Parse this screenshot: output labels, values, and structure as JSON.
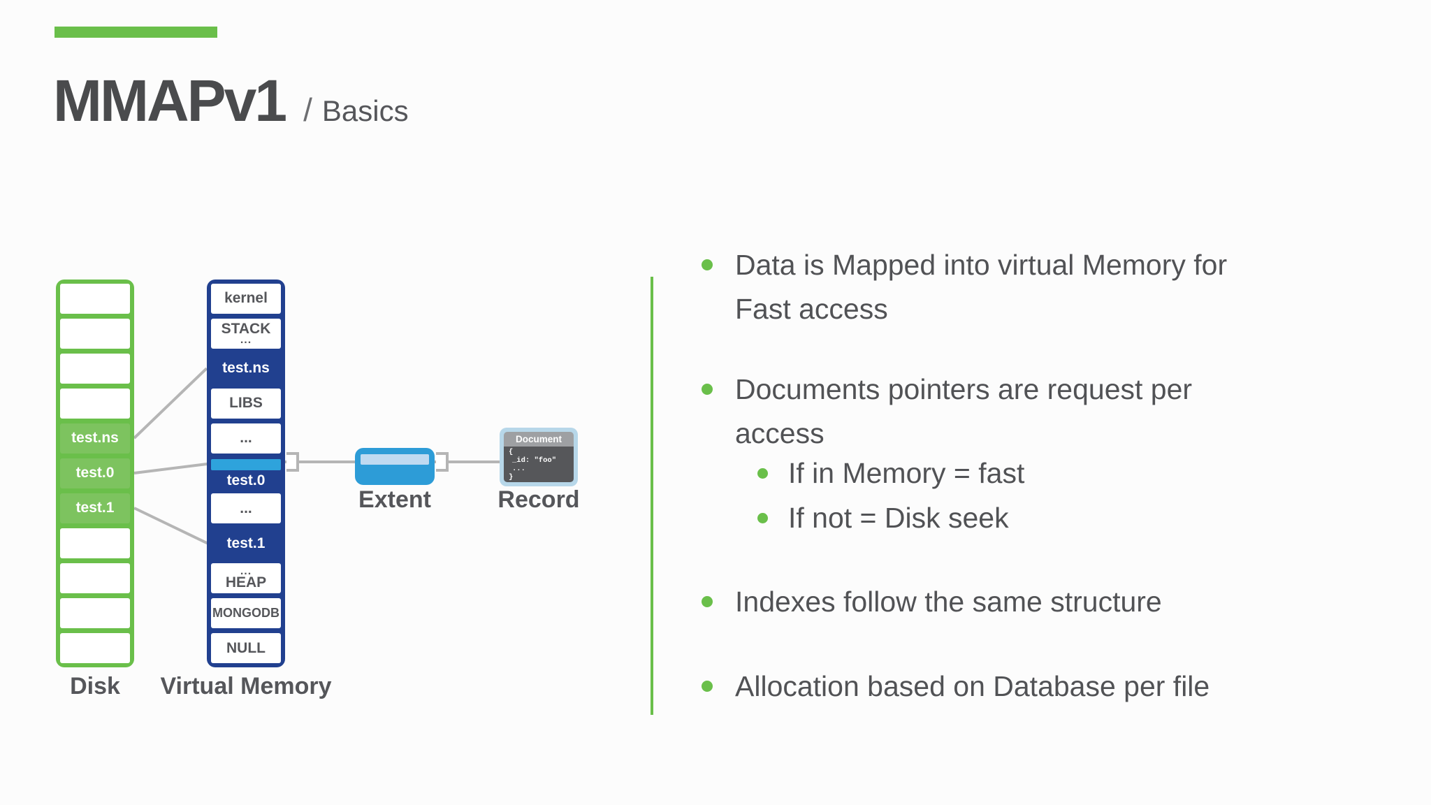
{
  "title": {
    "main": "MMAPv1",
    "separator": "/",
    "sub": "Basics"
  },
  "colors": {
    "green": "#6abf4a",
    "green_fill": "#7dc35f",
    "navy": "#21408f",
    "highlight": "#2ea3dc",
    "extent": "#2d9cd7",
    "stripe": "#bfdaf1",
    "record_bg": "#b7d7e9",
    "record_header": "#9ea0a3",
    "record_body": "#56575a",
    "text_dark": "#4a4b4d",
    "text_gray": "#55565a",
    "bullet_text": "#515255",
    "connector": "#b5b5b5",
    "bg": "#fcfcfc"
  },
  "diagram": {
    "disk": {
      "label": "Disk",
      "cells": [
        "",
        "",
        "",
        "",
        "test.ns",
        "test.0",
        "test.1",
        "",
        "",
        "",
        ""
      ]
    },
    "vm": {
      "label": "Virtual Memory",
      "cells": [
        {
          "text": "kernel"
        },
        {
          "text": "STACK",
          "sub": "..."
        },
        {
          "text": "test.ns"
        },
        {
          "text": "LIBS"
        },
        {
          "text": "..."
        },
        {
          "text": "test.0"
        },
        {
          "text": "..."
        },
        {
          "text": "test.1"
        },
        {
          "pre": "...",
          "text": "HEAP"
        },
        {
          "text": "MONGODB"
        },
        {
          "text": "NULL"
        }
      ]
    },
    "extent_label": "Extent",
    "record_label": "Record",
    "document": {
      "title": "Document",
      "code": [
        "{",
        "_id: \"foo\"",
        "...",
        "}"
      ]
    }
  },
  "bullets": [
    {
      "lines": [
        "Data is Mapped into virtual Memory for",
        "Fast access"
      ]
    },
    {
      "lines": [
        "Documents pointers are request per",
        "access"
      ]
    },
    {
      "lines": [
        "If in Memory = fast"
      ]
    },
    {
      "lines": [
        "If not = Disk seek"
      ]
    },
    {
      "lines": [
        "Indexes follow the same structure"
      ]
    },
    {
      "lines": [
        "Allocation based on Database per file"
      ]
    }
  ]
}
